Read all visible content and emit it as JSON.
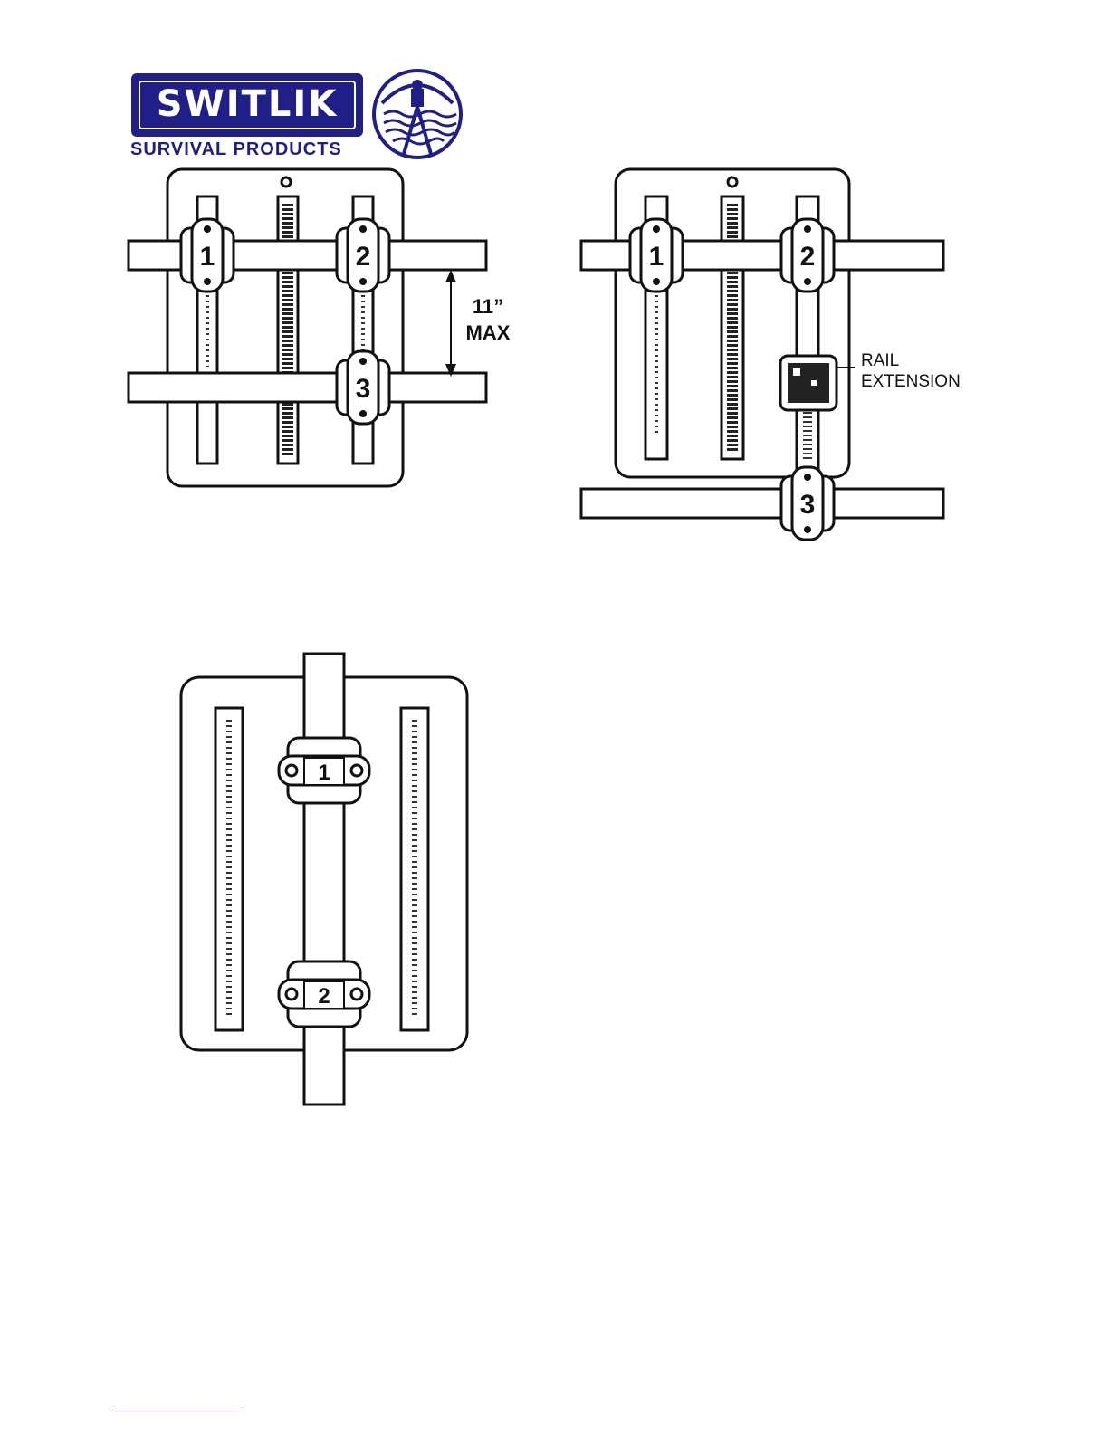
{
  "logo": {
    "wordmark": "SWITLIK",
    "tagline": "SURVIVAL PRODUCTS",
    "brand_color": "#1f1f87"
  },
  "figure1": {
    "dimension_value": "11”",
    "dimension_unit": "MAX",
    "clamps": [
      "1",
      "2",
      "3"
    ]
  },
  "figure2": {
    "clamps": [
      "1",
      "2",
      "3"
    ],
    "callout_line1": "RAIL",
    "callout_line2": "EXTENSION"
  },
  "figure3": {
    "clamps": [
      "1",
      "2"
    ]
  }
}
